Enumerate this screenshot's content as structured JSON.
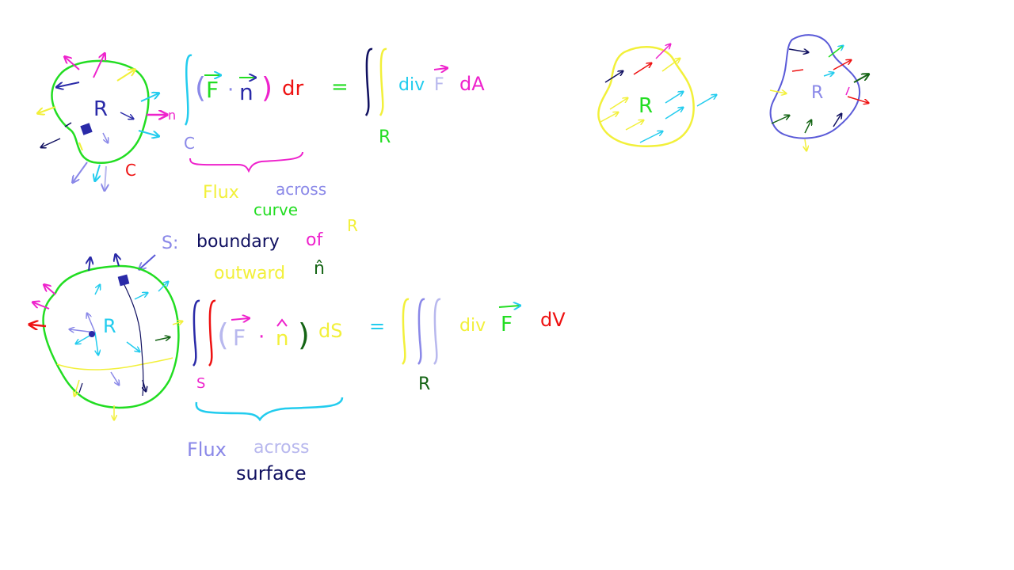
{
  "colors": {
    "green": "#22dd22",
    "blue": "#2a2aa8",
    "red": "#ee1111",
    "magenta": "#ee22cc",
    "cyan": "#22ccee",
    "yellow": "#f2f03a",
    "lilac": "#8a88e8",
    "navy": "#101060",
    "darkgreen": "#146414",
    "lavender": "#b8b8ee"
  },
  "top_diagram": {
    "region_label": "R",
    "curve_label": "C",
    "normal_label": "n"
  },
  "top_equation": {
    "lhs_lower_limit": "C",
    "lhs_open_paren": "(",
    "lhs_F": "F",
    "lhs_dot": "·",
    "lhs_n": "n",
    "lhs_close_paren": ")",
    "lhs_dr": "dr",
    "equals": "=",
    "rhs_lower_limit": "R",
    "rhs_div": "div",
    "rhs_F": "F",
    "rhs_dA": "dA",
    "brace_caption_line1_a": "Flux",
    "brace_caption_line1_b": "across",
    "brace_caption_line2": "curve"
  },
  "right_diagrams": {
    "yellow_region_label": "R",
    "blue_region_label": "R"
  },
  "bottom_annotation": {
    "s_prefix": "S:",
    "boundary_word": "boundary",
    "of_word": "of",
    "region_word": "R",
    "outward_word": "outward",
    "n_hat": "n̂"
  },
  "bottom_diagram": {
    "region_label": "R"
  },
  "bottom_equation": {
    "lhs_lower_limit": "S",
    "lhs_open_paren": "(",
    "lhs_F": "F",
    "lhs_dot": "·",
    "lhs_n": "n",
    "lhs_close_paren": ")",
    "lhs_dS": "dS",
    "equals": "=",
    "rhs_lower_limit": "R",
    "rhs_div": "div",
    "rhs_F": "F",
    "rhs_dV": "dV",
    "brace_caption_line1_a": "Flux",
    "brace_caption_line1_b": "across",
    "brace_caption_line2": "surface"
  }
}
